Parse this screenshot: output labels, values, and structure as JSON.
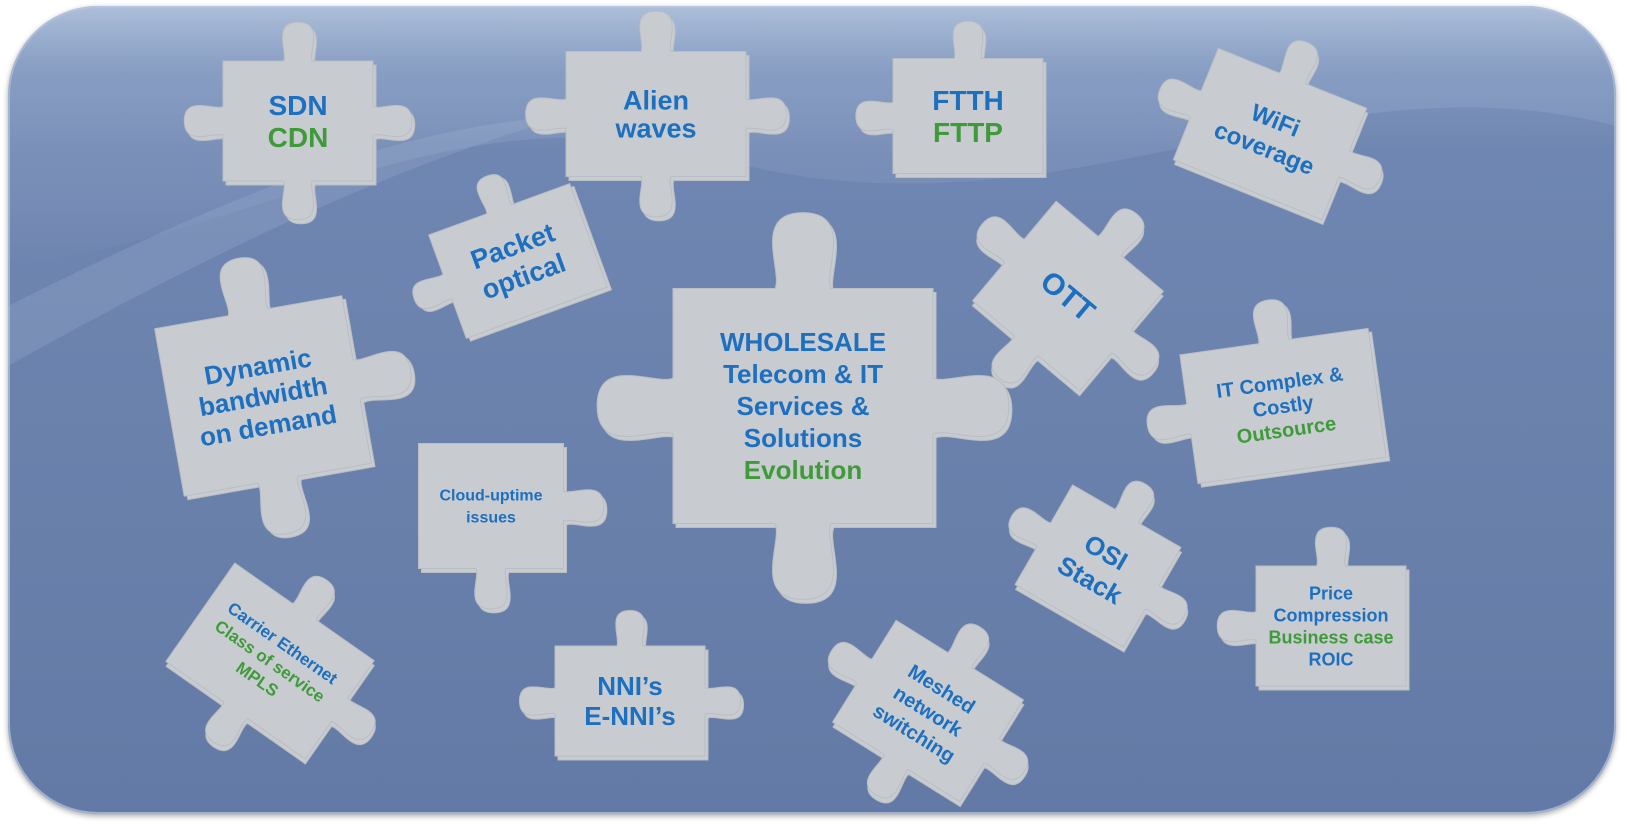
{
  "pieces": [
    {
      "id": "sdn",
      "lines": [
        {
          "text": "SDN",
          "color": "blue"
        },
        {
          "text": "CDN",
          "color": "green"
        }
      ]
    },
    {
      "id": "alien",
      "lines": [
        {
          "text": "Alien",
          "color": "blue"
        },
        {
          "text": "waves",
          "color": "blue"
        }
      ]
    },
    {
      "id": "ftth",
      "lines": [
        {
          "text": "FTTH",
          "color": "blue"
        },
        {
          "text": "FTTP",
          "color": "green"
        }
      ]
    },
    {
      "id": "wifi",
      "lines": [
        {
          "text": "WiFi",
          "color": "blue"
        },
        {
          "text": "coverage",
          "color": "blue"
        }
      ]
    },
    {
      "id": "packet",
      "lines": [
        {
          "text": "Packet",
          "color": "blue"
        },
        {
          "text": "optical",
          "color": "blue"
        }
      ]
    },
    {
      "id": "ott",
      "lines": [
        {
          "text": "OTT",
          "color": "blue"
        }
      ]
    },
    {
      "id": "dynamic",
      "lines": [
        {
          "text": "Dynamic",
          "color": "blue"
        },
        {
          "text": "bandwidth",
          "color": "blue"
        },
        {
          "text": "on demand",
          "color": "blue"
        }
      ]
    },
    {
      "id": "wholesale",
      "lines": [
        {
          "text": "WHOLESALE",
          "color": "blue"
        },
        {
          "text": "Telecom & IT",
          "color": "blue"
        },
        {
          "text": "Services &",
          "color": "blue"
        },
        {
          "text": "Solutions",
          "color": "blue"
        },
        {
          "text": "Evolution",
          "color": "green"
        }
      ]
    },
    {
      "id": "itcomplex",
      "lines": [
        {
          "text": "IT Complex &",
          "color": "blue"
        },
        {
          "text": "Costly",
          "color": "blue"
        },
        {
          "text": "Outsource",
          "color": "green"
        }
      ]
    },
    {
      "id": "cloud",
      "lines": [
        {
          "text": "Cloud-uptime",
          "color": "blue"
        },
        {
          "text": "issues",
          "color": "blue"
        }
      ]
    },
    {
      "id": "osi",
      "lines": [
        {
          "text": "OSI",
          "color": "blue"
        },
        {
          "text": "Stack",
          "color": "blue"
        }
      ]
    },
    {
      "id": "price",
      "lines": [
        {
          "text": "Price",
          "color": "blue"
        },
        {
          "text": "Compression",
          "color": "blue"
        },
        {
          "text": "Business case",
          "color": "green"
        },
        {
          "text": "ROIC",
          "color": "blue"
        }
      ]
    },
    {
      "id": "carrier",
      "lines": [
        {
          "text": "Carrier Ethernet",
          "color": "blue"
        },
        {
          "text": "Class of service",
          "color": "green"
        },
        {
          "text": "MPLS",
          "color": "green"
        }
      ]
    },
    {
      "id": "nni",
      "lines": [
        {
          "text": "NNI’s",
          "color": "blue"
        },
        {
          "text": "E-NNI’s",
          "color": "blue"
        }
      ]
    },
    {
      "id": "meshed",
      "lines": [
        {
          "text": "Meshed",
          "color": "blue"
        },
        {
          "text": "network",
          "color": "blue"
        },
        {
          "text": "switching",
          "color": "blue"
        }
      ]
    }
  ],
  "colors": {
    "blue": "#1d6fbf",
    "green": "#3f9b3a",
    "piece": "#c8ccd1",
    "background": "#6a81ac"
  }
}
